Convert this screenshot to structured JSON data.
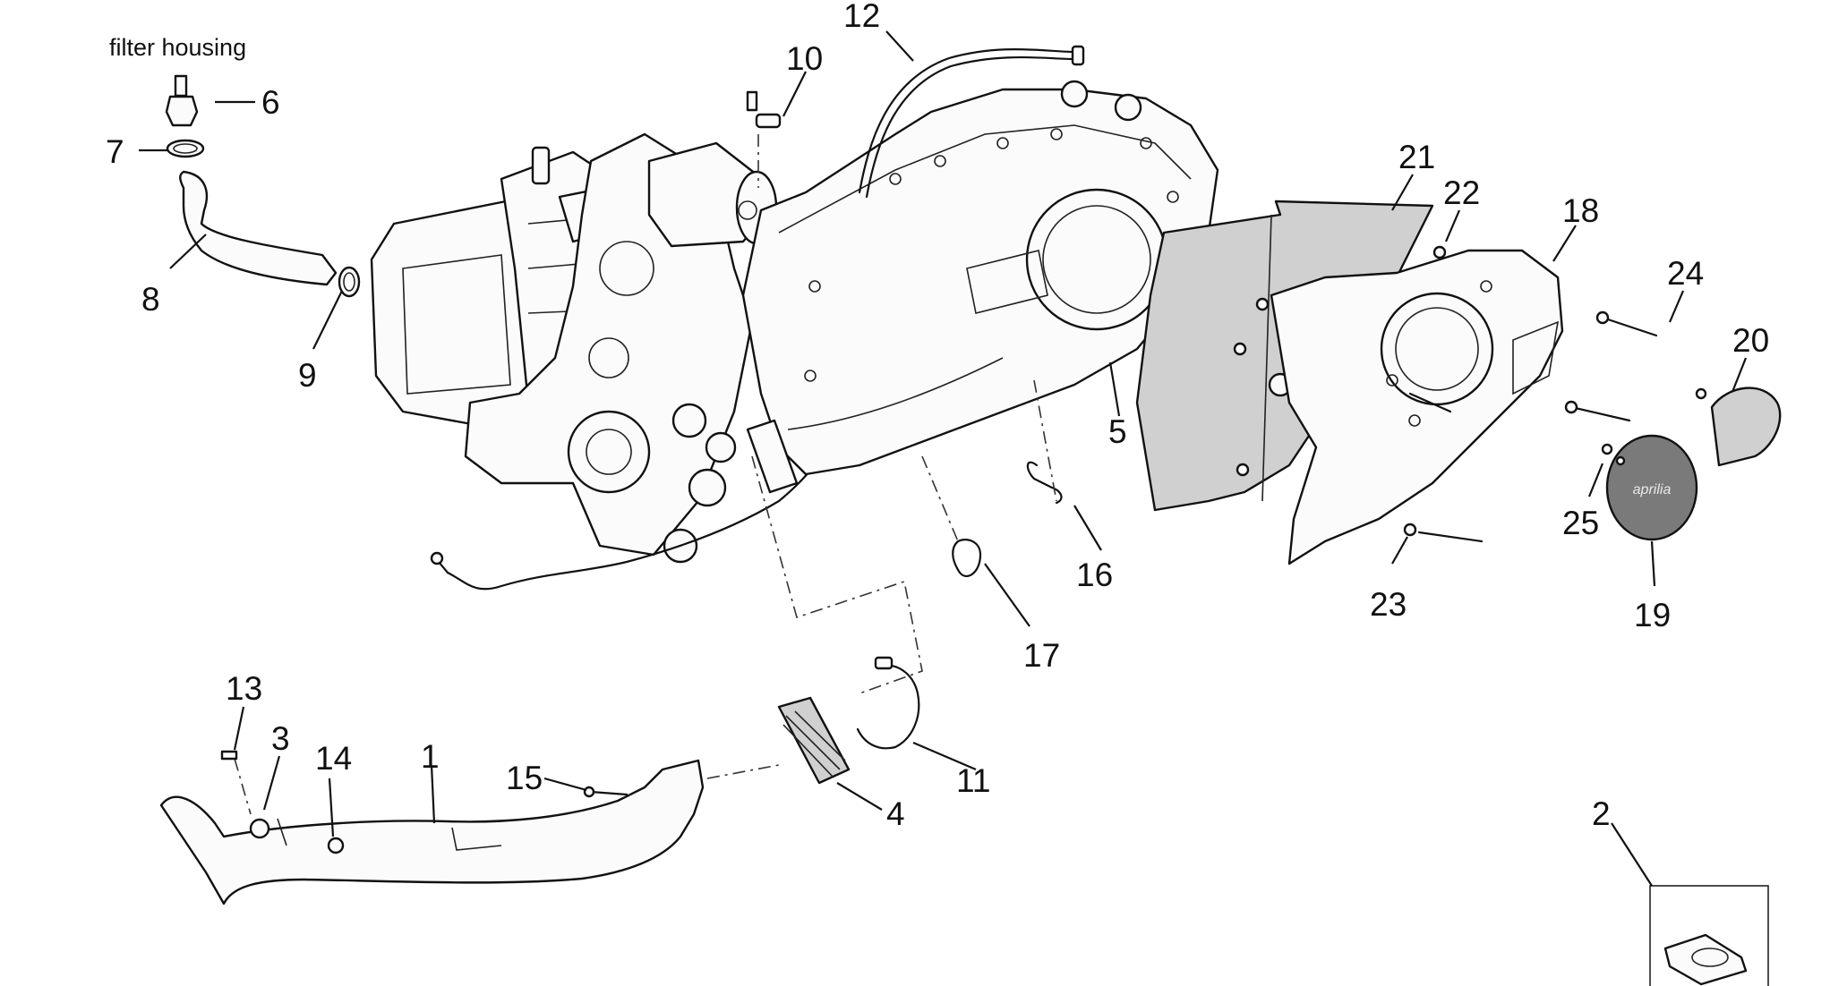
{
  "caption": "filter housing",
  "parts": [
    {
      "id": "part-1",
      "label": "1"
    },
    {
      "id": "part-2",
      "label": "2"
    },
    {
      "id": "part-3",
      "label": "3"
    },
    {
      "id": "part-4",
      "label": "4"
    },
    {
      "id": "part-5",
      "label": "5"
    },
    {
      "id": "part-6",
      "label": "6"
    },
    {
      "id": "part-7",
      "label": "7"
    },
    {
      "id": "part-8",
      "label": "8"
    },
    {
      "id": "part-9",
      "label": "9"
    },
    {
      "id": "part-10",
      "label": "10"
    },
    {
      "id": "part-11",
      "label": "11"
    },
    {
      "id": "part-12",
      "label": "12"
    },
    {
      "id": "part-13",
      "label": "13"
    },
    {
      "id": "part-14",
      "label": "14"
    },
    {
      "id": "part-15",
      "label": "15"
    },
    {
      "id": "part-16",
      "label": "16"
    },
    {
      "id": "part-17",
      "label": "17"
    },
    {
      "id": "part-18",
      "label": "18"
    },
    {
      "id": "part-19",
      "label": "19"
    },
    {
      "id": "part-20",
      "label": "20"
    },
    {
      "id": "part-21",
      "label": "21"
    },
    {
      "id": "part-22",
      "label": "22"
    },
    {
      "id": "part-23",
      "label": "23"
    },
    {
      "id": "part-24",
      "label": "24"
    },
    {
      "id": "part-25",
      "label": "25"
    }
  ],
  "logo_text": "aprilia"
}
